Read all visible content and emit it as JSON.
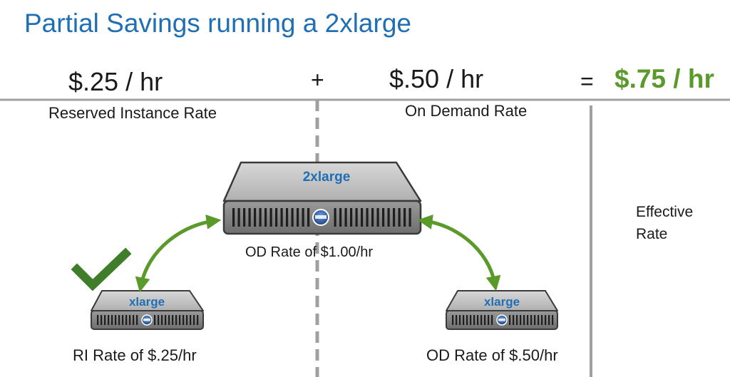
{
  "title": "Partial Savings running a 2xlarge",
  "equation": {
    "ri_rate": "$.25 / hr",
    "plus": "+",
    "od_rate": "$.50 / hr",
    "equals": "=",
    "effective_rate": "$.75 / hr"
  },
  "labels": {
    "ri_rate": "Reserved Instance Rate",
    "od_rate": "On Demand Rate",
    "effective_line1": "Effective",
    "effective_line2": "Rate"
  },
  "servers": {
    "large": {
      "name": "2xlarge",
      "caption": "OD Rate of $1.00/hr"
    },
    "left": {
      "name": "xlarge",
      "caption": "RI Rate of $.25/hr"
    },
    "right": {
      "name": "xlarge",
      "caption": "OD Rate of $.50/hr"
    }
  },
  "colors": {
    "title": "#1f6fb5",
    "effective": "#5a9a2a",
    "arrow": "#5a9a2a",
    "server_body": "#a8a8a8",
    "divider": "#a0a0a0"
  },
  "icons": [
    "check-icon",
    "server-icon",
    "double-arrow-icon"
  ]
}
